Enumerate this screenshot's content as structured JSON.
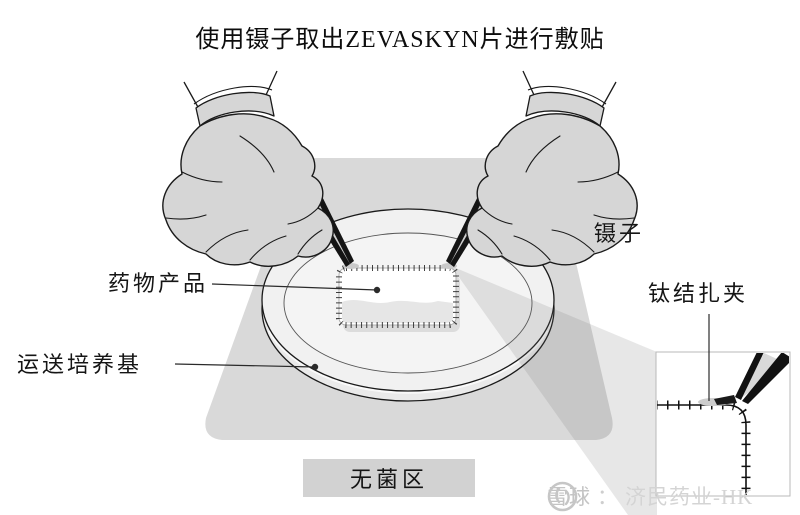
{
  "title": "使用镊子取出ZEVASKYN片进行敷贴",
  "figure": {
    "labels": {
      "tweezers": "镊子",
      "drug_product": "药物产品",
      "transport_medium": "运送培养基",
      "titanium_clip": "钛结扎夹",
      "sterile_zone": "无菌区"
    }
  },
  "watermark": {
    "brand": "雪球",
    "separator": "：",
    "account": "济民药业-HK"
  },
  "colors": {
    "mat": "#d9d9d9",
    "glove": "#d6d6d6",
    "dish_interior": "#f1f1f1",
    "sheet": "#ffffff",
    "sterile_zone_bg": "#d2d2d2",
    "outline": "#1a1a1a",
    "watermark_gray": "#c9c9c9"
  }
}
